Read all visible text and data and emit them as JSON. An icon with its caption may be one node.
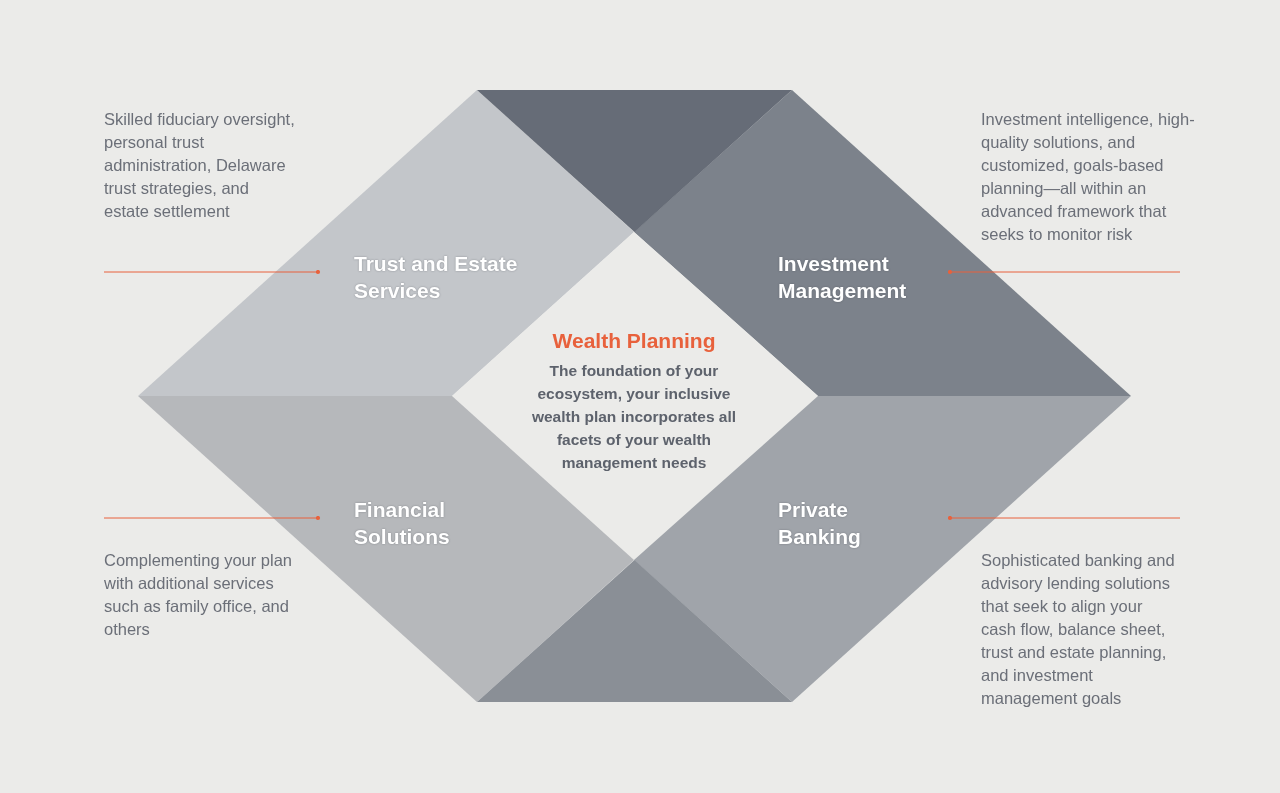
{
  "diagram": {
    "nodes": [
      {
        "text": [
          "Skilled fiduciary oversight, personal trust administration, Delaware trust strategies, and estate settlement"
        ]
      },
      {
        "text": [
          "Investment intelligence, high-quality solutions, and customized, goals-based planning—all within an advanced framework that seeks to monitor risk"
        ]
      },
      {
        "text": [
          "Trust and Estate Services"
        ]
      },
      {
        "text": [
          "Investment Management"
        ]
      },
      {
        "text": [
          "Wealth Planning",
          "The foundation of your ecosystem, your inclusive wealth plan incorporates all facets of your wealth management needs"
        ]
      },
      {
        "text": [
          "Financial Solutions"
        ]
      },
      {
        "text": [
          "Private Banking"
        ]
      },
      {
        "text": [
          "Complementing your plan with additional services such as family office, and others"
        ]
      },
      {
        "text": [
          "Sophisticated banking and advisory lending solutions that seek to align your cash flow, balance sheet, trust and estate planning, and investment management goals"
        ]
      },
      {
        "text": [],
        "shape": "triangle"
      },
      {
        "text": [],
        "shape": "triangle"
      }
    ],
    "edges": [
      {
        "from": null,
        "to": 2,
        "arrow": "other"
      },
      {
        "from": null,
        "to": 3,
        "arrow": "other"
      },
      {
        "from": null,
        "to": 5,
        "arrow": "other"
      },
      {
        "from": null,
        "to": 6,
        "arrow": "other"
      }
    ]
  }
}
